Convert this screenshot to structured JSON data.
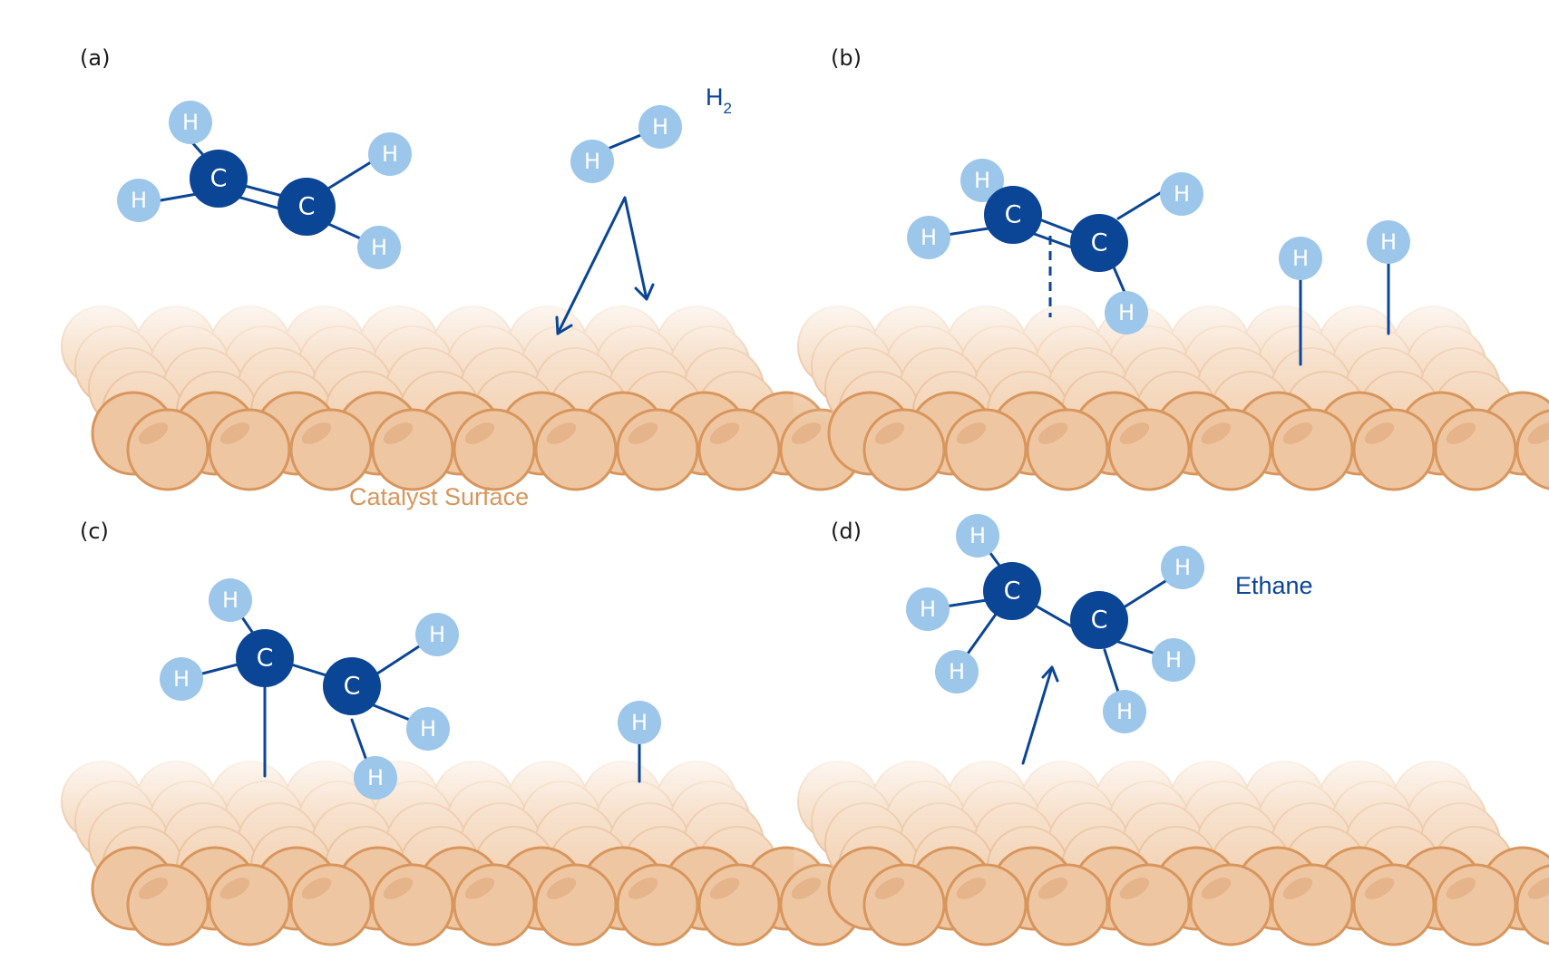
{
  "panels": {
    "a": {
      "label": "(a)"
    },
    "b": {
      "label": "(b)"
    },
    "c": {
      "label": "(c)"
    },
    "d": {
      "label": "(d)"
    }
  },
  "atoms": {
    "carbon": "C",
    "hydrogen": "H"
  },
  "labels": {
    "h2_base": "H",
    "h2_sub": "2",
    "catalyst_surface": "Catalyst Surface",
    "ethane": "Ethane"
  },
  "colors": {
    "carbon": "#0b4596",
    "hydrogen": "#9cc6ea",
    "surface": "#eec7a2",
    "surface_outline": "#d8955c"
  }
}
